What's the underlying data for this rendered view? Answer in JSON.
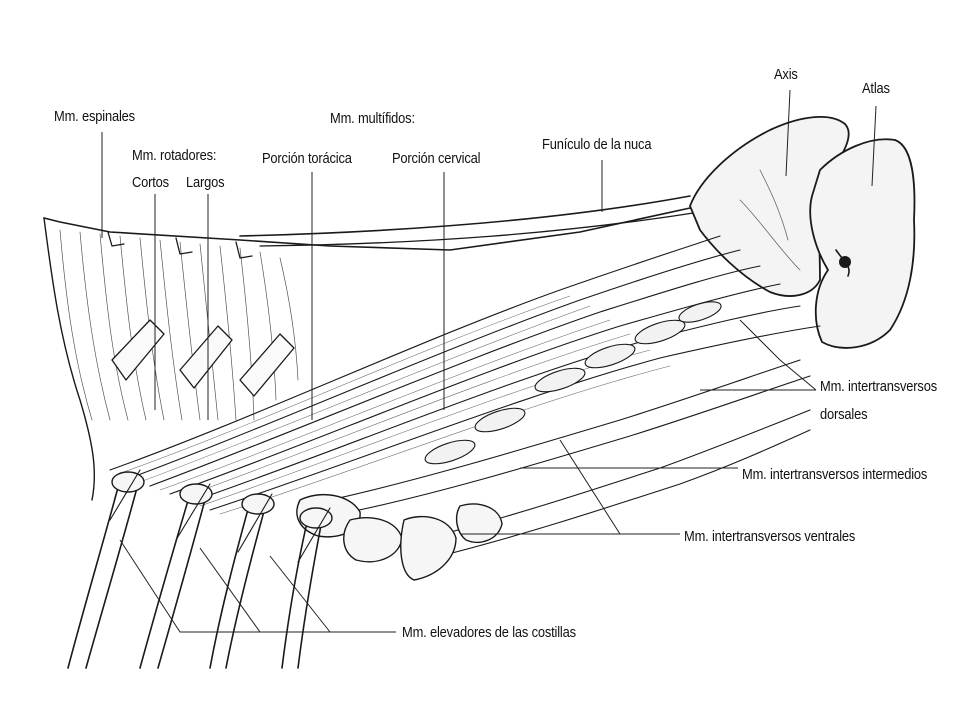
{
  "labels": {
    "mm_espinales": "Mm. espinales",
    "mm_rotadores": "Mm. rotadores:",
    "cortos": "Cortos",
    "largos": "Largos",
    "mm_multifidos": "Mm. multífidos:",
    "porcion_toracica": "Porción torácica",
    "porcion_cervical": "Porción cervical",
    "funiculo_nuca": "Funículo de la nuca",
    "axis": "Axis",
    "atlas": "Atlas",
    "intertransversos_dorsales_1": "Mm. intertransversos",
    "intertransversos_dorsales_2": "dorsales",
    "intertransversos_intermedios": "Mm. intertransversos intermedios",
    "intertransversos_ventrales": "Mm. intertransversos ventrales",
    "elevadores_costillas": "Mm. elevadores de las costillas"
  }
}
